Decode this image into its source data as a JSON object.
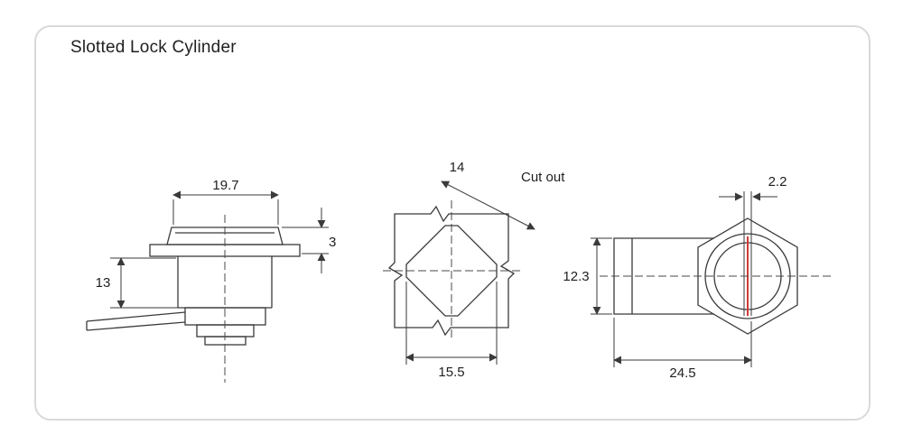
{
  "title": "Slotted Lock Cylinder",
  "views": {
    "side": {
      "dim_cap_width": "19.7",
      "dim_cap_height": "3",
      "dim_body_height": "13"
    },
    "cutout": {
      "dim_side": "14",
      "dim_width": "15.5",
      "label": "Cut out"
    },
    "front": {
      "dim_slot_width": "2.2",
      "dim_height": "12.3",
      "dim_length": "24.5"
    }
  },
  "colors": {
    "line": "#3a3a3a",
    "text": "#1f1f1f",
    "slot_highlight": "#cf3b36",
    "frame_border": "#d9d9d9",
    "background": "#ffffff"
  }
}
